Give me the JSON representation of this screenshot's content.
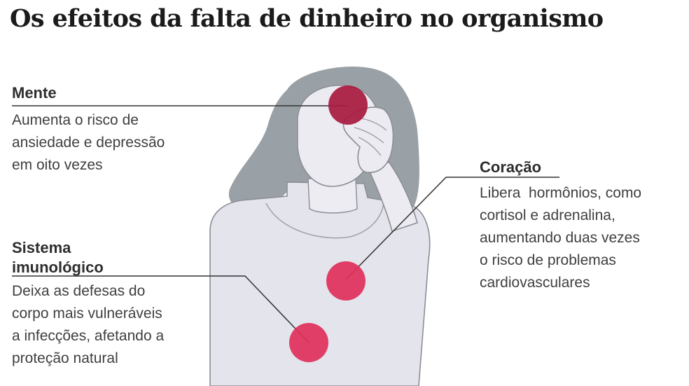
{
  "title": "Os efeitos da falta de dinheiro no organismo",
  "colors": {
    "hair": "#9aa1a6",
    "skin": "#ebebf1",
    "outline": "#8d8d97",
    "shirt": "#e3e4ec",
    "marker_dark": "#a8193f",
    "marker": "#e0305a",
    "leader_line": "#333333"
  },
  "sections": {
    "mente": {
      "heading": "Mente",
      "lines": [
        "Aumenta o risco de",
        "ansiedade e depressão",
        "em oito vezes"
      ]
    },
    "coracao": {
      "heading": "Coração",
      "lines": [
        "Libera  hormônios, como",
        "cortisol e adrenalina,",
        "aumentando duas vezes",
        "o risco de problemas",
        "cardiovasculares"
      ]
    },
    "imune": {
      "heading_lines": [
        "Sistema",
        "imunológico"
      ],
      "lines": [
        "Deixa as defesas do",
        "corpo mais vulneráveis",
        "a infecções, afetando a",
        "proteção natural"
      ]
    }
  }
}
